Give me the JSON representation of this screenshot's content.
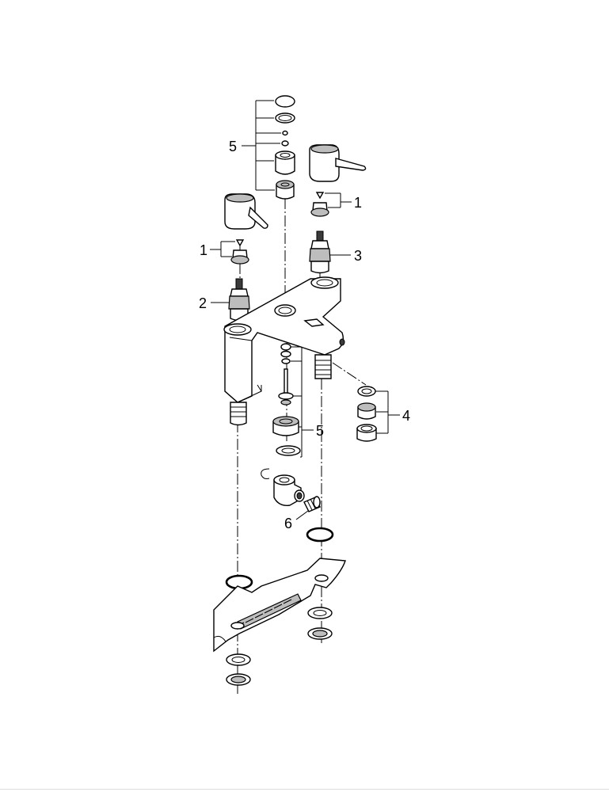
{
  "callouts": {
    "left_top_cap_group": "5",
    "right_handle_parts": "1",
    "left_handle_parts": "1",
    "right_cartridge": "3",
    "left_cartridge": "2",
    "aerator_set": "4",
    "diverter_set": "5",
    "adapter": "6"
  }
}
